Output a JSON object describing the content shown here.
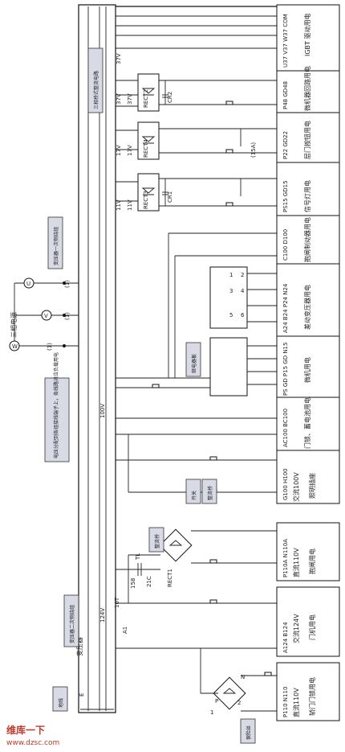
{
  "transformer": {
    "label": "变压器",
    "ground_terminal": "E"
  },
  "callouts": {
    "ground_wire": "地线",
    "fuse": "保险丝",
    "secondary_winding": "变压器二次侧绕组",
    "primary_winding": "变压器一次侧绕组",
    "three_phase_rect": "三相桥式整流电路",
    "rectifier_bridge_1": "整流桥",
    "rectifier_bridge_2": "整流桥",
    "switch": "开关",
    "relay_board": "继电器板",
    "power_note": "电压分配到各组接线端子上，各线路对应负载用电"
  },
  "supply": {
    "label": "三相电源",
    "phases": [
      "W",
      "V",
      "U"
    ],
    "marks": [
      "(1)",
      "(1)",
      "(1)"
    ]
  },
  "voltages": {
    "v100": "100V",
    "v124": "124V"
  },
  "components": {
    "rect1": "RECT1",
    "rect2": "RECT2",
    "rect3": "RECT3",
    "rect4": "RECT4",
    "cr1": "CR1",
    "cr2": "CR2",
    "a1": "A1",
    "t10": "10T",
    "c158": "158",
    "c21": "21C",
    "tl": "TL",
    "fuse15": "(15A)",
    "p": "P",
    "n": "N",
    "one": "1",
    "two": "2"
  },
  "relay_pins": [
    "1",
    "2",
    "3",
    "4",
    "5",
    "6"
  ],
  "bus_labels": [
    "37V",
    "37V",
    "37V",
    "17V",
    "17V",
    "11V",
    "11V"
  ],
  "groups": [
    {
      "terminals": "U37  V37  W37  COM",
      "desc": "IGBT 驱动用电"
    },
    {
      "terminals": "P48  GD48",
      "desc": "微机器回路用电"
    },
    {
      "terminals": "P22  GD22",
      "desc": "层门按钮用电"
    },
    {
      "terminals": "PS15  GD15",
      "desc": "信号灯用电"
    },
    {
      "terminals": "C100  D100",
      "desc": "抱闸制动器用电"
    },
    {
      "terminals": "A24  B24  P24  N24",
      "desc": "差动变压器用电"
    },
    {
      "terminals": "PS  GD  P15  GD  N15",
      "desc": "微机用电"
    },
    {
      "terminals": "AC100  BC100",
      "desc": "门锁、蓄电池用电"
    },
    {
      "terminals": "G100  H100",
      "desc": "照明插座",
      "sub": "交流100V"
    },
    {
      "terminals": "P110A  N110A",
      "desc": "抱闸用电",
      "sub": "直流110V"
    },
    {
      "terminals": "A124  B124",
      "desc": "门机用电",
      "sub": "交流124V"
    },
    {
      "terminals": "P110  N110",
      "desc": "轿门门锁用电",
      "sub": "直流110V"
    }
  ],
  "watermark": {
    "brand": "维库一下",
    "url": "www.dzsc.com"
  }
}
